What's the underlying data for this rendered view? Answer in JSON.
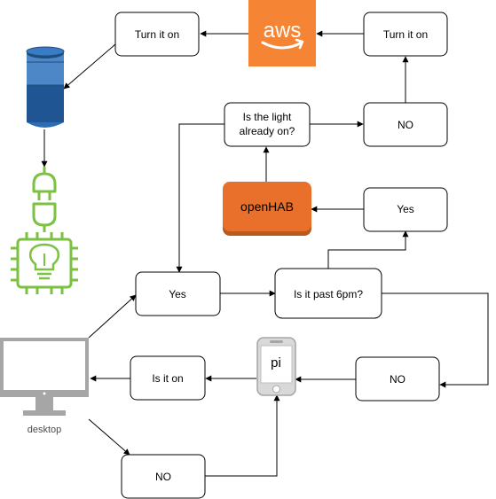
{
  "nodes": {
    "turn_on_left": "Turn it on",
    "turn_on_right": "Turn it on",
    "aws_logo": "aws",
    "light_check_line1": "Is the light",
    "light_check_line2": "already on?",
    "no_top": "NO",
    "openhab": "openHAB",
    "yes_right": "Yes",
    "yes_left": "Yes",
    "past_6pm": "Is it past 6pm?",
    "is_it_on": "Is it on",
    "no_mid": "NO",
    "pi": "pi",
    "no_bottom": "NO",
    "desktop": "desktop"
  },
  "icons": {
    "cloud": "aws-logo-icon",
    "speaker": "smart-speaker-icon",
    "plug": "plug-icon",
    "bulb": "smart-bulb-icon",
    "phone": "phone-icon",
    "monitor": "desktop-monitor-icon"
  },
  "colors": {
    "aws_orange": "#F58534",
    "openhab_orange": "#E8702A",
    "speaker_blue": "#2E6DB4",
    "speaker_dark": "#1F4E79",
    "iot_green": "#7BC142",
    "device_gray": "#A6A6A6"
  }
}
